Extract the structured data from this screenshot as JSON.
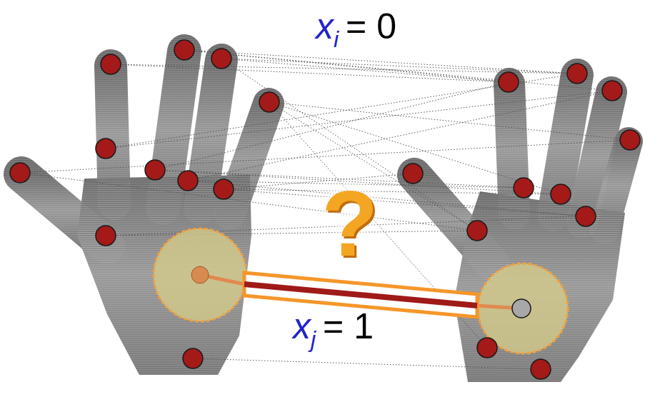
{
  "diagram": {
    "labels": [
      "x",
      "i",
      "= 0",
      "x",
      "j",
      "= 1",
      "?"
    ]
  }
}
